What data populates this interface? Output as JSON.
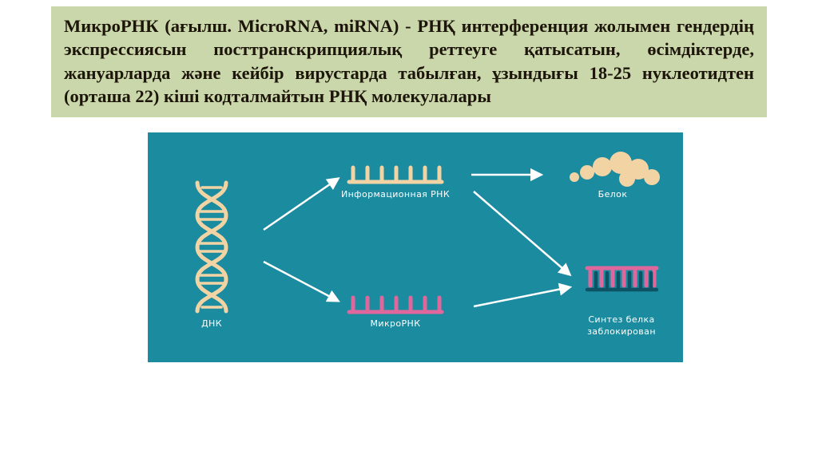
{
  "slide": {
    "description": {
      "text": "МикроРНК (ағылш. MicroRNA, miRNA) - РНҚ интерференция жолымен гендердің экспрессиясын посттранскрипциялық реттеуге қатысатын, өсімдіктерде, жануарларда және кейбір вирустарда табылған, ұзындығы 18-25 нуклеотидтен (орташа 22) кіші кодталмайтын РНҚ молекулалары"
    },
    "diagram": {
      "labels": {
        "dna": "ДНК",
        "mrna": "Информационная РНК",
        "mirna": "МикроРНК",
        "protein": "Белок",
        "blocked_line1": "Синтез белка",
        "blocked_line2": "заблокирован"
      },
      "colors": {
        "background": "#1b8ba0",
        "dna_and_mrna": "#f2d4a4",
        "mirna": "#e0679c",
        "blocked_bound_strand": "#0e5265",
        "arrows": "#ffffff",
        "label_text": "#ffffff"
      }
    },
    "colors": {
      "textbox_background": "#c9d7aa",
      "textbox_text": "#1d150a",
      "slide_background": "#ffffff"
    }
  }
}
